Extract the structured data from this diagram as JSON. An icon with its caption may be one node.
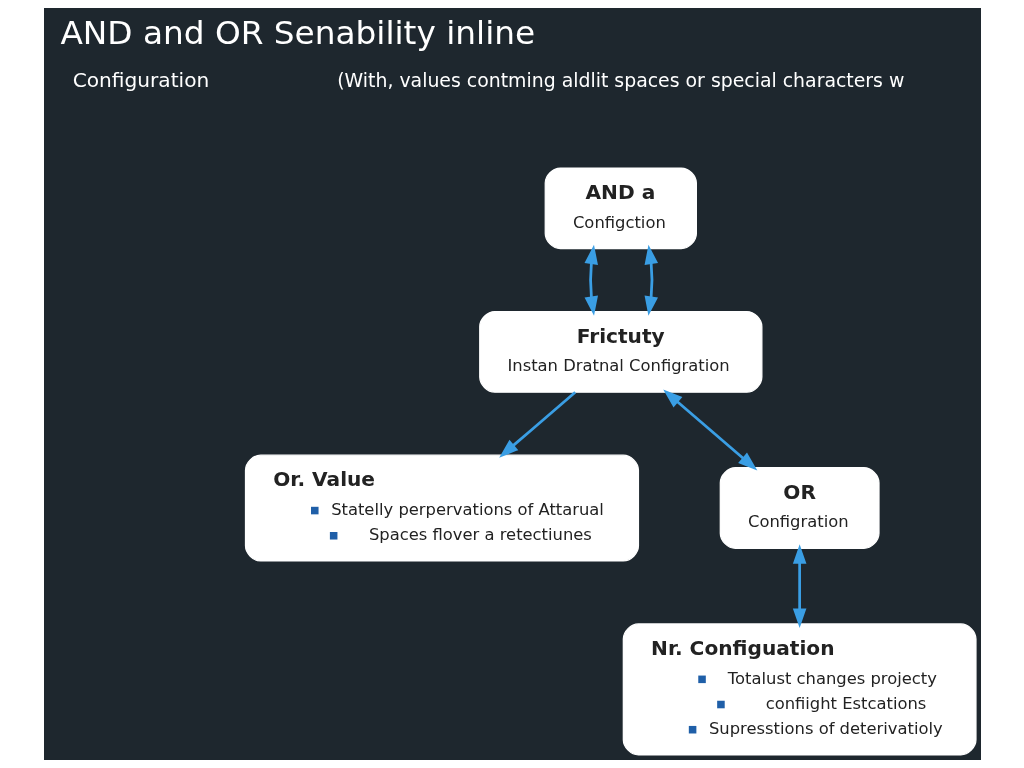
{
  "diagram": {
    "title": "AND and OR Senability inline",
    "nodes": [
      {
        "text": [
          "AND a",
          "Configction"
        ]
      },
      {
        "text": [
          "Frictuty",
          "Instan Dratnal Configration"
        ]
      },
      {
        "text": [
          "Or. Value",
          "Statelly perpervations of Attarual",
          "Spaces flover a retectiunes"
        ]
      },
      {
        "text": [
          "Nr. Configuation",
          "Totalust changes projecty",
          "confiight Estcations",
          "Supresstions of deterivatioly"
        ]
      },
      {
        "text": [
          "OR",
          "Configration"
        ]
      }
    ],
    "edges": [
      {
        "from": 0,
        "to": 1,
        "arrow": "both"
      },
      {
        "from": 1,
        "to": 0,
        "arrow": "both"
      },
      {
        "from": 1,
        "to": 2,
        "arrow": "to"
      },
      {
        "from": 1,
        "to": 4,
        "arrow": "both"
      },
      {
        "from": 4,
        "to": 3,
        "arrow": "both"
      }
    ],
    "labels": [
      "Configuration",
      "(With, values contming aldlit spaces or special characters w"
    ]
  }
}
